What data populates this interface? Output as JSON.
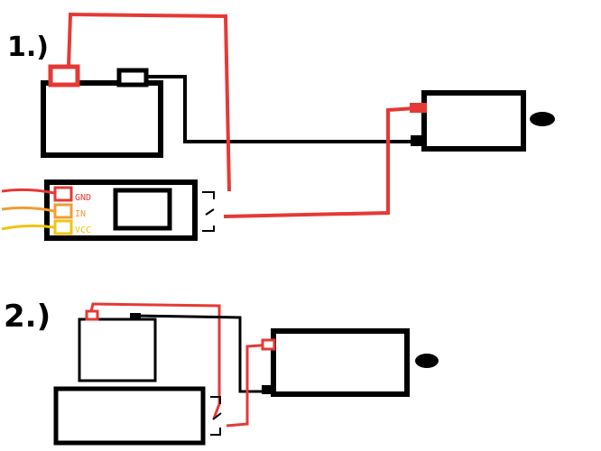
{
  "steps": [
    {
      "label": "1.)",
      "module_pins": [
        {
          "label": "GND",
          "color": "#e53935"
        },
        {
          "label": "IN",
          "color": "#f39c33"
        },
        {
          "label": "VCC",
          "color": "#f1c40f"
        }
      ]
    },
    {
      "label": "2.)"
    }
  ],
  "colors": {
    "outline": "#000000",
    "positive_wire": "#e53935",
    "gnd_wire": "#e53935",
    "in_wire": "#f39c33",
    "vcc_wire": "#f1c40f"
  }
}
